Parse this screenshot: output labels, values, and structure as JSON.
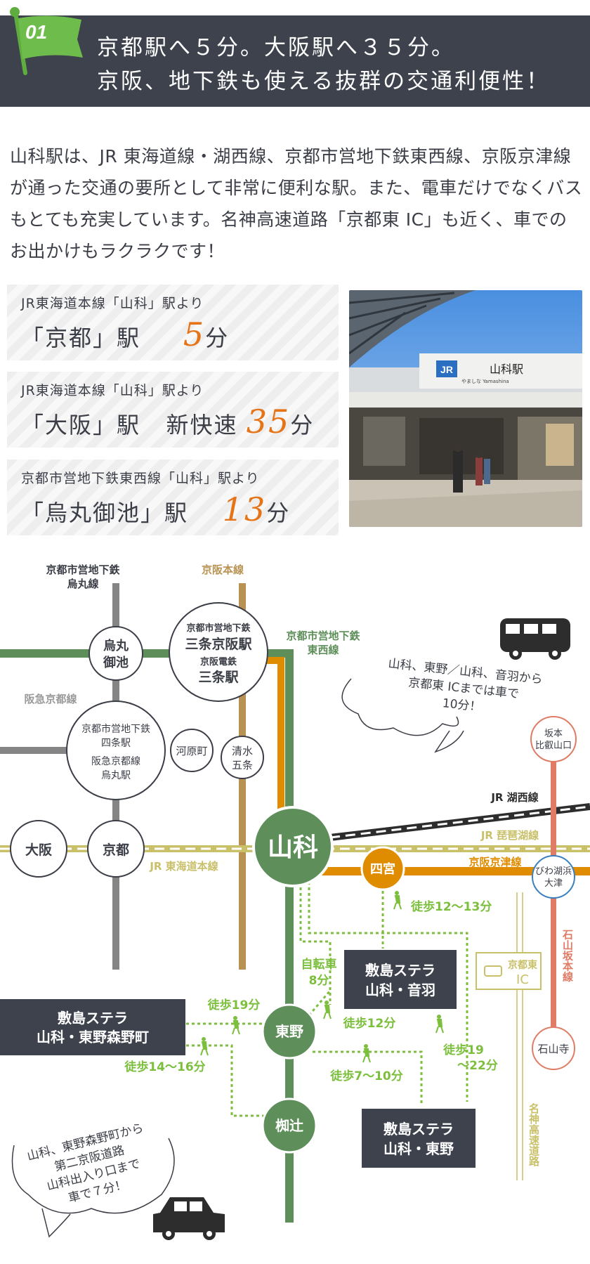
{
  "header": {
    "badge": "01",
    "title_line1": "京都駅へ５分。大阪駅へ３５分。",
    "title_line2": "京阪、地下鉄も使える抜群の交通利便性！"
  },
  "intro": "山科駅は、JR 東海道線・湖西線、京都市営地下鉄東西線、京阪京津線が通った交通の要所として非常に便利な駅。また、電車だけでなくバスもとても充実しています。名神高速道路「京都東 IC」も近く、車でのお出かけもラクラクです！",
  "access": [
    {
      "sub": "JR東海道本線「山科」駅より",
      "dest": "「京都」駅",
      "extra": "",
      "minutes": "5",
      "unit": "分"
    },
    {
      "sub": "JR東海道本線「山科」駅より",
      "dest": "「大阪」駅",
      "extra": "新快速",
      "minutes": "35",
      "unit": "分"
    },
    {
      "sub": "京都市営地下鉄東西線「山科」駅より",
      "dest": "「烏丸御池」駅",
      "extra": "",
      "minutes": "13",
      "unit": "分"
    }
  ],
  "photo": {
    "sign_jr": "JR",
    "sign_name": "山科駅",
    "sign_reading": "やましな Yamashina"
  },
  "map": {
    "line_karasuma": "京都市営地下鉄\n烏丸線",
    "line_keihan_main": "京阪本線",
    "line_tozai": "京都市営地下鉄\n東西線",
    "line_hankyu": "阪急京都線",
    "line_kosei": "JR 湖西線",
    "line_biwako": "JR 琵琶湖線",
    "line_tokaido": "JR 東海道本線",
    "line_keishin": "京阪京津線",
    "line_ishiyama": "石山坂本線",
    "line_meishin": "名神高速道路",
    "st_karasuma_oike": "烏丸\n御池",
    "st_sanjo_sub": "京都市営地下鉄",
    "st_sanjo_main": "三条京阪駅",
    "st_sanjo_sub2": "京阪電鉄",
    "st_sanjo_main2": "三条駅",
    "st_shijo_1": "京都市営地下鉄",
    "st_shijo_2": "四条駅",
    "st_shijo_3": "阪急京都線",
    "st_shijo_4": "烏丸駅",
    "st_kawaramachi": "河原町",
    "st_kiyomizu": "清水\n五条",
    "st_osaka": "大阪",
    "st_kyoto": "京都",
    "st_yamashina": "山科",
    "st_shinomiya": "四宮",
    "st_higashino": "東野",
    "st_naginotsuji": "椥辻",
    "st_sakamoto": "坂本\n比叡山口",
    "st_biwako_hama": "びわ湖浜\n大津",
    "st_ishiyamadera": "石山寺",
    "ic_label": "京都東\nIC",
    "note_car1": "山科、東野／山科、音羽から\n京都東 ICまでは車で\n10分！",
    "note_car2": "山科、東野森野町から\n第二京阪道路\n山科出入り口まで\n車で７分！",
    "prop_otowa": "敷島ステラ\n山科・音羽",
    "prop_morinocho": "敷島ステラ\n山科・東野森野町",
    "prop_higashino": "敷島ステラ\n山科・東野",
    "walk_12_13": "徒歩12〜13分",
    "bike_8": "自転車\n8分",
    "walk_19": "徒歩19分",
    "walk_12": "徒歩12分",
    "walk_14_16": "徒歩14〜16分",
    "walk_7_10": "徒歩7〜10分",
    "walk_19_22": "徒歩19\n〜22分"
  },
  "colors": {
    "header_bg": "#3d424d",
    "flag_green": "#6ebd4c",
    "minutes_orange": "#e67316",
    "tozai_green": "#5e8f5a",
    "keihan_gold": "#b89252",
    "keishin_orange": "#e08c00",
    "jr_yellow": "#c9c06a",
    "karasuma_gray": "#858585",
    "ishiyama_red": "#e07c66",
    "route_green": "#7cbf3d"
  }
}
